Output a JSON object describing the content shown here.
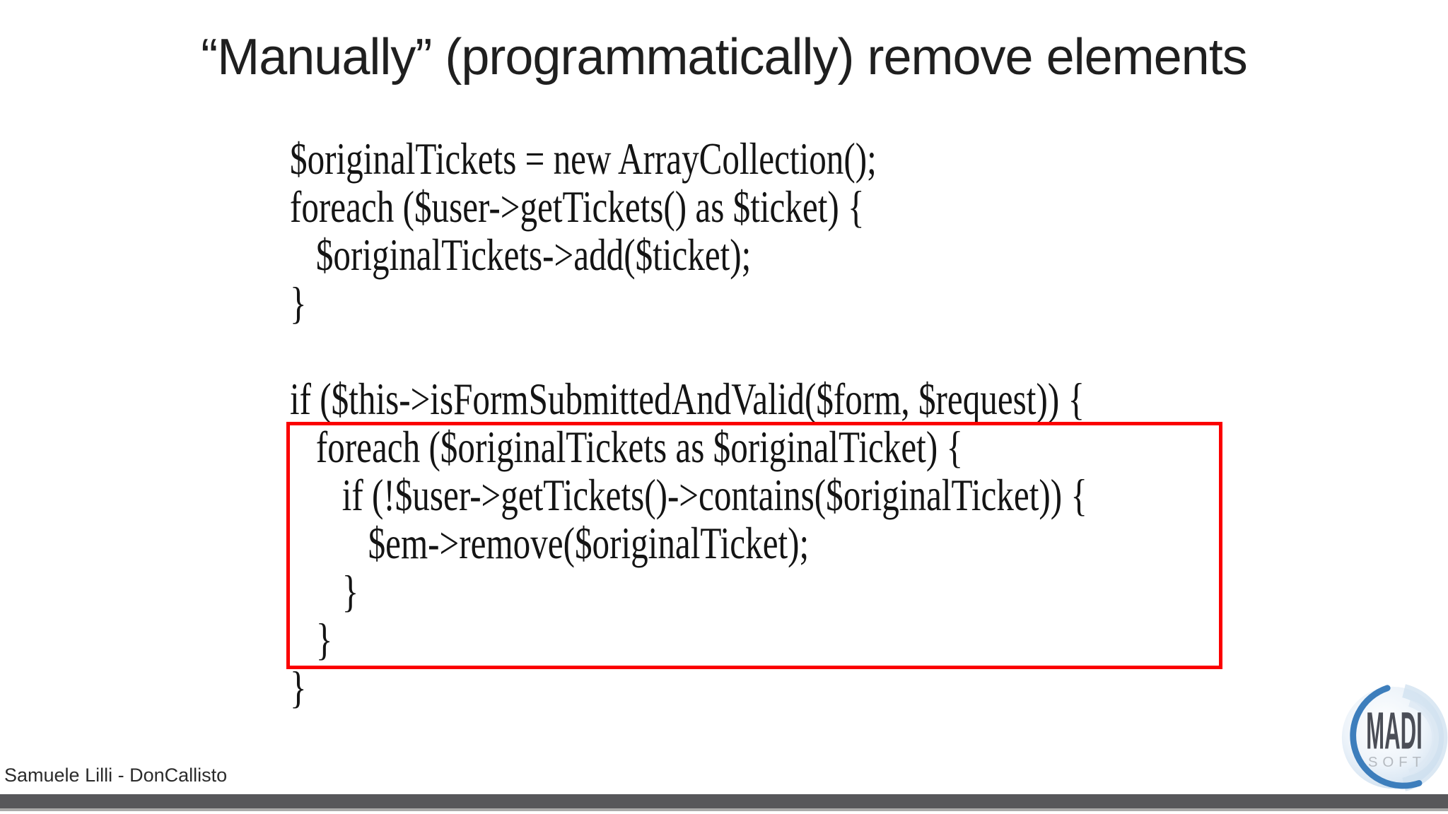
{
  "slide": {
    "title": "“Manually” (programmatically) remove elements",
    "code": {
      "lines": [
        "$originalTickets = new ArrayCollection();",
        "foreach ($user->getTickets() as $ticket) {",
        "   $originalTickets->add($ticket);",
        "}",
        "",
        "if ($this->isFormSubmittedAndValid($form, $request)) {",
        "   foreach ($originalTickets as $originalTicket) {",
        "      if (!$user->getTickets()->contains($originalTicket)) {",
        "         $em->remove($originalTicket);",
        "      }",
        "   }",
        "}"
      ]
    },
    "highlight_box": {
      "color": "#fb0000"
    },
    "attribution": "Samuele Lilli - DonCallisto",
    "logo": {
      "line1": "MADI",
      "line2": "SOFT",
      "arc_color": "#3d7ebc",
      "wash_color": "#cfe0ef",
      "line1_color": "#4b4e57",
      "line2_color": "#b5bac0"
    },
    "footer_bar": {
      "color": "#57575a",
      "edge_color": "#a9a9a9"
    }
  }
}
